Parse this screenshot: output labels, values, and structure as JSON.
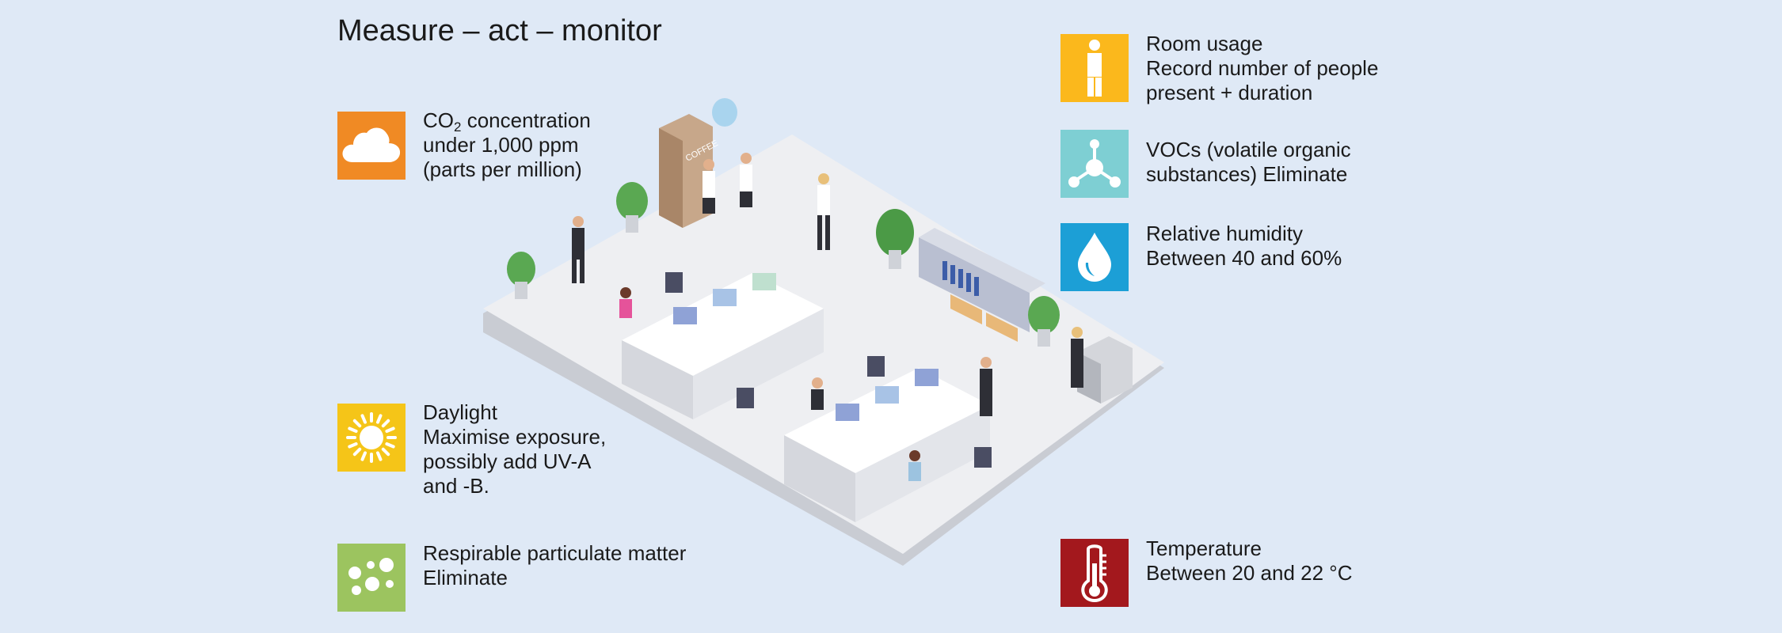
{
  "title": "Measure – act – monitor",
  "colors": {
    "background": "#dfe9f6",
    "co2": "#f08a24",
    "daylight": "#f5c518",
    "particulate": "#9cc45f",
    "room_usage": "#fbb81c",
    "vocs": "#7ecfd3",
    "humidity": "#1c9fd6",
    "temperature": "#a3181d"
  },
  "factors": {
    "co2": {
      "icon": "cloud-icon",
      "name_prefix": "CO",
      "name_sub": "2",
      "name_suffix": " concentration",
      "lines": [
        "under 1,000 ppm",
        "(parts per million)"
      ]
    },
    "daylight": {
      "icon": "sun-icon",
      "lines": [
        "Daylight",
        "Maximise exposure,",
        "possibly add UV-A",
        "and -B."
      ]
    },
    "particulate": {
      "icon": "particles-icon",
      "lines": [
        "Respirable particulate matter",
        "Eliminate"
      ]
    },
    "room_usage": {
      "icon": "person-icon",
      "lines": [
        "Room usage",
        "Record number of people",
        "present + duration"
      ]
    },
    "vocs": {
      "icon": "molecule-icon",
      "lines": [
        "VOCs (volatile organic",
        "substances) Eliminate"
      ]
    },
    "humidity": {
      "icon": "water-drop-icon",
      "lines": [
        "Relative humidity",
        "Between 40 and 60%"
      ]
    },
    "temperature": {
      "icon": "thermometer-icon",
      "lines": [
        "Temperature",
        "Between 20 and 22 °C"
      ]
    }
  },
  "illustration": {
    "coffee_label": "COFFEE"
  }
}
